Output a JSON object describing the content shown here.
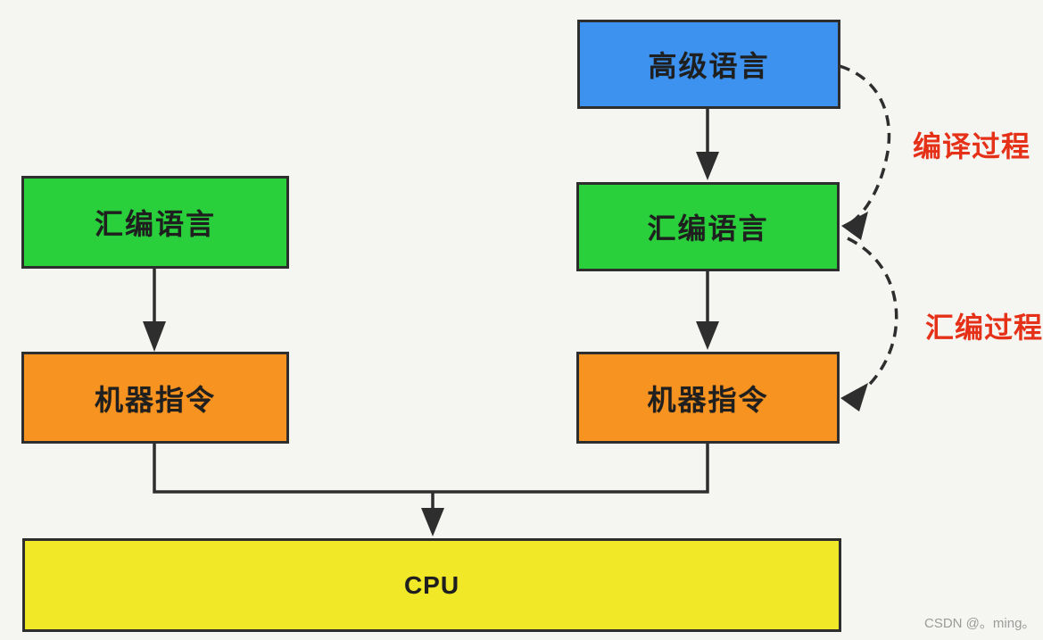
{
  "diagram": {
    "title_semantic": "language-compilation-flow",
    "background_color": "#f5f5f2",
    "line_color": "#2e2e2e",
    "boxes": {
      "high_level": {
        "label": "高级语言",
        "color": "#3d92f0"
      },
      "assembly_left": {
        "label": "汇编语言",
        "color": "#2ad03c"
      },
      "assembly_right": {
        "label": "汇编语言",
        "color": "#2ad03c"
      },
      "machine_left": {
        "label": "机器指令",
        "color": "#f79320"
      },
      "machine_right": {
        "label": "机器指令",
        "color": "#f79320"
      },
      "cpu": {
        "label": "CPU",
        "color": "#f1e927"
      }
    },
    "annotations": {
      "compile_process": {
        "label": "编译过程",
        "color": "#e63119"
      },
      "assemble_process": {
        "label": "汇编过程",
        "color": "#e63119"
      }
    },
    "watermark": {
      "text": "CSDN @。ming。",
      "color": "#9b9b9b"
    }
  }
}
